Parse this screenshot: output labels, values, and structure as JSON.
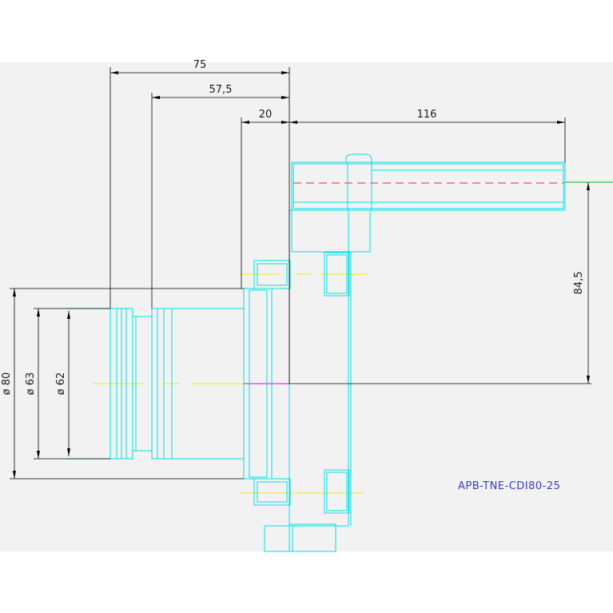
{
  "drawing": {
    "part_code": "APB-TNE-CDI80-25",
    "dimensions": {
      "d75": "75",
      "d57_5": "57,5",
      "d20": "20",
      "d116": "116",
      "d84_5": "84,5",
      "dia80": "ø 80",
      "dia63": "ø 63",
      "dia62": "ø 62"
    },
    "colors": {
      "background": "#f2f2f2",
      "outline": "#00e0e8",
      "dimension": "#000000",
      "centerline_yellow": "#f0f000",
      "centerline_red": "#ff2020",
      "label": "#3a3ad0"
    }
  }
}
